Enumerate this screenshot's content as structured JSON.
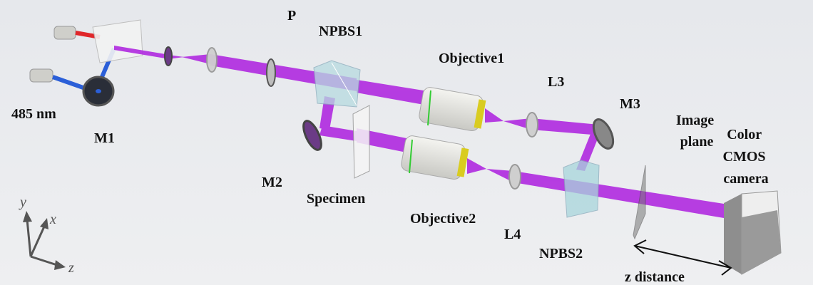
{
  "colors": {
    "beam": "#b12ee0",
    "red_beam": "#e0262a",
    "blue_beam": "#2b5fd8",
    "background": "#e9ebee"
  },
  "labels": {
    "laser_wavelength": "485 nm",
    "m1": "M1",
    "p": "P",
    "npbs1": "NPBS1",
    "objective1": "Objective1",
    "l3": "L3",
    "m3": "M3",
    "image_plane_line1": "Image",
    "image_plane_line2": "plane",
    "camera_line1": "Color",
    "camera_line2": "CMOS",
    "camera_line3": "camera",
    "m2": "M2",
    "specimen": "Specimen",
    "objective2": "Objective2",
    "l4": "L4",
    "npbs2": "NPBS2",
    "z_distance": "z distance"
  },
  "axes": {
    "y": "y",
    "x": "x",
    "z": "z"
  }
}
